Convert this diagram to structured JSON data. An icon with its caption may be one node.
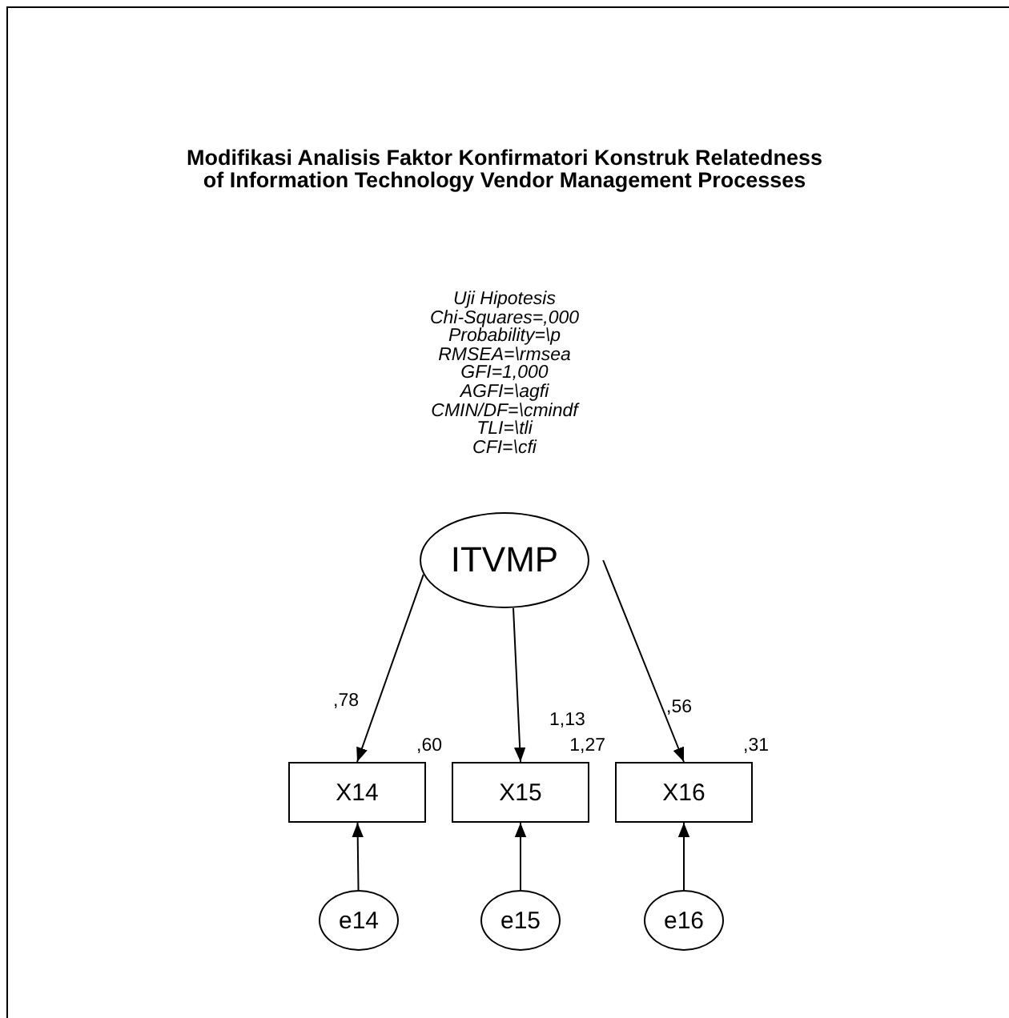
{
  "diagram": {
    "title": "Modifikasi Analisis Faktor Konfirmatori Konstruk Relatedness of Information Technology Vendor Management Processes",
    "nodes": [
      {
        "text": [
          "ITVMP"
        ]
      },
      {
        "text": [
          "X14"
        ],
        "beside": [
          ",60"
        ]
      },
      {
        "text": [
          "X15"
        ],
        "beside": [
          "1,27"
        ]
      },
      {
        "text": [
          "X16"
        ],
        "beside": [
          ",31"
        ]
      },
      {
        "text": [
          "e14"
        ]
      },
      {
        "text": [
          "e15"
        ]
      },
      {
        "text": [
          "e16"
        ]
      }
    ],
    "edges": [
      {
        "from": 0,
        "to": 1,
        "arrow": "to",
        "label": ",78"
      },
      {
        "from": 0,
        "to": 2,
        "arrow": "to",
        "label": "1,13"
      },
      {
        "from": 0,
        "to": 3,
        "arrow": "to",
        "label": ",56"
      },
      {
        "from": 4,
        "to": 1,
        "arrow": "to"
      },
      {
        "from": 5,
        "to": 2,
        "arrow": "to"
      },
      {
        "from": 6,
        "to": 3,
        "arrow": "to"
      }
    ],
    "labels": [
      "Uji Hipotesis",
      "Chi-Squares=,000",
      "Probability=\\p",
      "RMSEA=\\rmsea",
      "GFI=1,000",
      "AGFI=\\agfi",
      "CMIN/DF=\\cmindf",
      "TLI=\\tli",
      "CFI=\\cfi"
    ]
  }
}
